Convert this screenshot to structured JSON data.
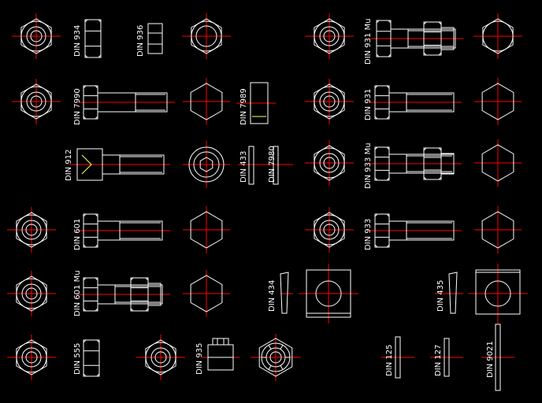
{
  "drawing": {
    "background": "#000000",
    "line_color": "#ffffff",
    "center_line_color": "#ff0000",
    "accent_color": "#ffff66"
  },
  "labels": {
    "din934": "DIN 934",
    "din936": "DIN 936",
    "din931mu": "DIN 931 Mu",
    "din7990": "DIN 7990",
    "din7989": "DIN 7989",
    "din931": "DIN 931",
    "din912": "DIN 912",
    "din433": "DIN 433",
    "din7980": "DIN 7980",
    "din933mu": "DIN 933 Mu",
    "din601": "DIN 601",
    "din933": "DIN 933",
    "din601mu": "DIN 601 Mu",
    "din434": "DIN 434",
    "din435": "DIN 435",
    "din555": "DIN 555",
    "din935": "DIN 935",
    "din125": "DIN 125",
    "din127": "DIN 127",
    "din9021": "DIN 9021"
  }
}
